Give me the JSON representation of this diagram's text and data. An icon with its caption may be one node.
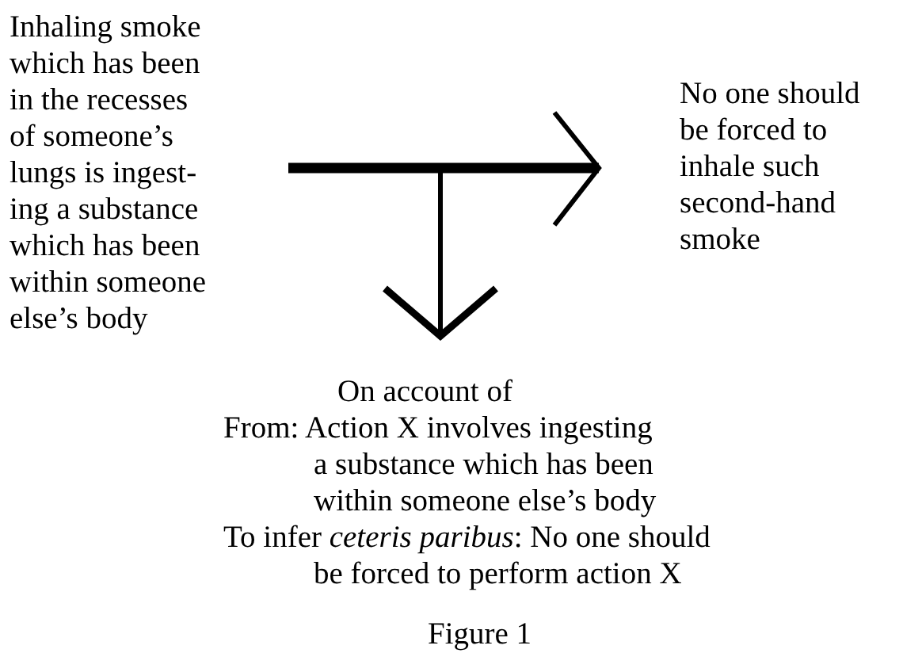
{
  "diagram": {
    "caption": "Figure 1",
    "nodes": [
      {
        "text": [
          "Inhaling smoke which has been in the recesses of someone’s lungs is ingest- ing a substance which has been within someone else’s body"
        ]
      },
      {
        "text": [
          "No one should be forced to inhale such second-hand smoke"
        ]
      },
      {
        "text": [
          "On account of",
          "From: Action X involves ingesting a substance which has been within someone else’s body",
          "To infer *ceteris paribus*: No one should be forced to perform action X"
        ]
      }
    ],
    "edges": [
      {
        "from": 0,
        "to": 1,
        "arrow": "to",
        "style": "thick"
      },
      {
        "from": null,
        "to": 2,
        "arrow": "to"
      }
    ]
  }
}
